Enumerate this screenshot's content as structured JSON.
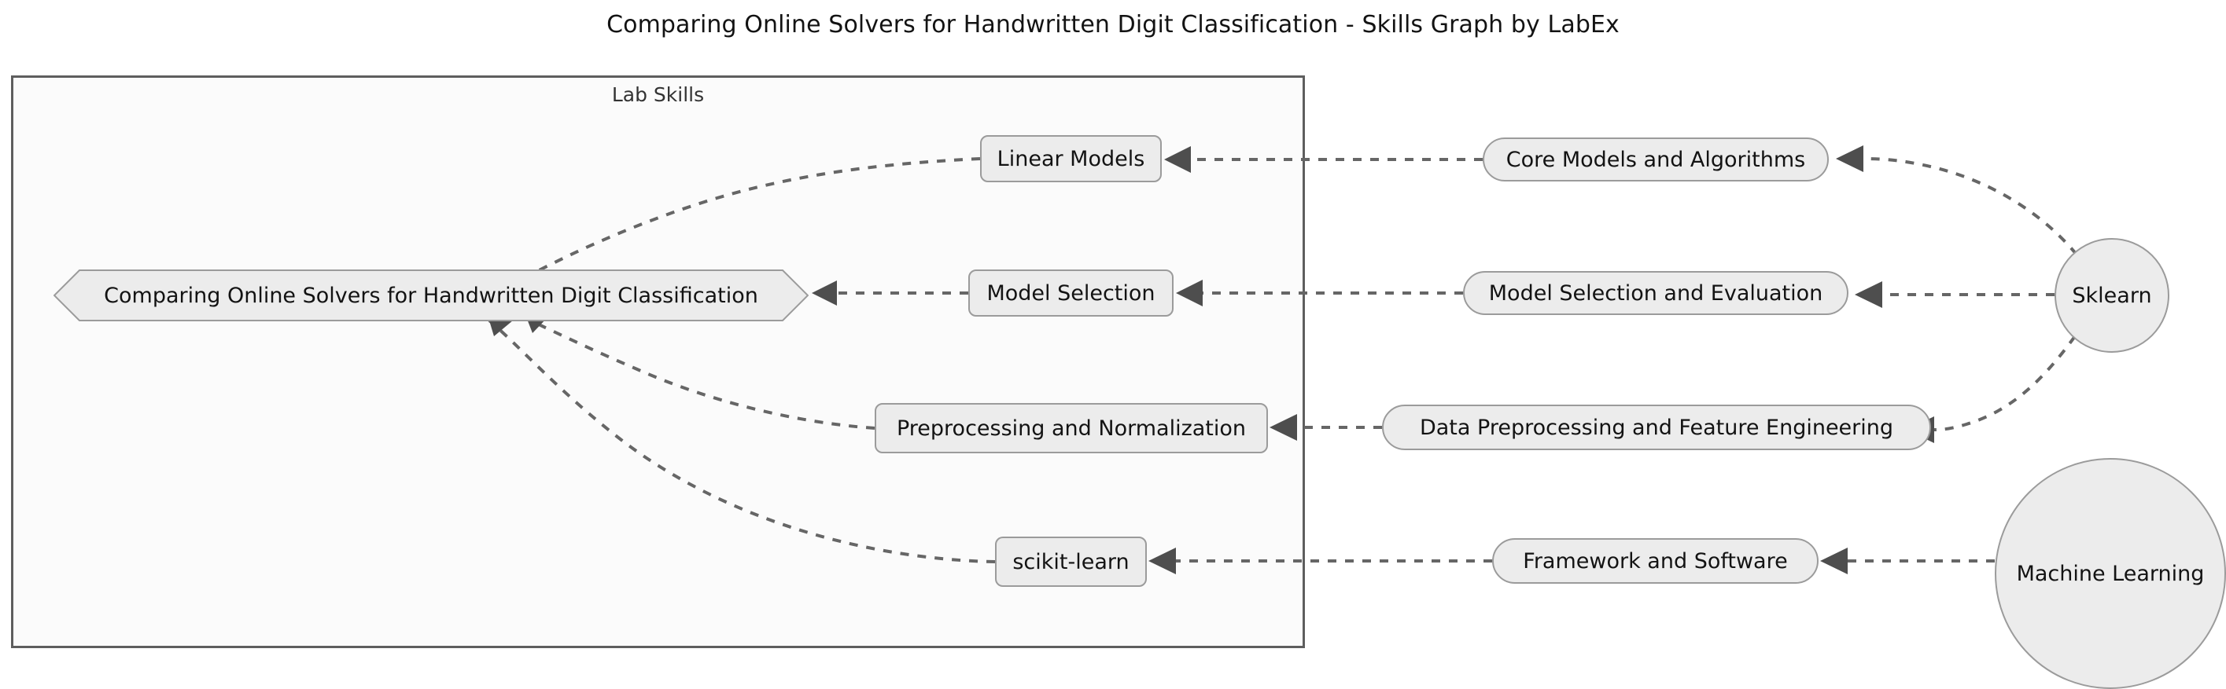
{
  "title": "Comparing Online Solvers for Handwritten Digit Classification - Skills Graph by LabEx",
  "cluster": {
    "label": "Lab Skills"
  },
  "nodes": {
    "root": {
      "label": "Comparing Online Solvers for Handwritten Digit Classification",
      "shape": "hexagon"
    },
    "linear_models": {
      "label": "Linear Models",
      "shape": "rounded-rect"
    },
    "model_selection": {
      "label": "Model Selection",
      "shape": "rounded-rect"
    },
    "preprocessing_normalization": {
      "label": "Preprocessing and Normalization",
      "shape": "rounded-rect"
    },
    "scikit_learn": {
      "label": "scikit-learn",
      "shape": "rounded-rect"
    },
    "core_models_algorithms": {
      "label": "Core Models and Algorithms",
      "shape": "stadium"
    },
    "model_selection_evaluation": {
      "label": "Model Selection and Evaluation",
      "shape": "stadium"
    },
    "data_preprocessing_feature_engineering": {
      "label": "Data Preprocessing and Feature Engineering",
      "shape": "stadium"
    },
    "framework_software": {
      "label": "Framework and Software",
      "shape": "stadium"
    },
    "sklearn": {
      "label": "Sklearn",
      "shape": "circle"
    },
    "machine_learning": {
      "label": "Machine Learning",
      "shape": "circle"
    }
  },
  "edges": [
    {
      "from": "linear_models",
      "to": "root",
      "style": "dotted"
    },
    {
      "from": "model_selection",
      "to": "root",
      "style": "dotted"
    },
    {
      "from": "preprocessing_normalization",
      "to": "root",
      "style": "dotted"
    },
    {
      "from": "scikit_learn",
      "to": "root",
      "style": "dotted"
    },
    {
      "from": "core_models_algorithms",
      "to": "linear_models",
      "style": "dotted"
    },
    {
      "from": "model_selection_evaluation",
      "to": "model_selection",
      "style": "dotted"
    },
    {
      "from": "data_preprocessing_feature_engineering",
      "to": "preprocessing_normalization",
      "style": "dotted"
    },
    {
      "from": "framework_software",
      "to": "scikit_learn",
      "style": "dotted"
    },
    {
      "from": "sklearn",
      "to": "core_models_algorithms",
      "style": "dotted"
    },
    {
      "from": "sklearn",
      "to": "model_selection_evaluation",
      "style": "dotted"
    },
    {
      "from": "sklearn",
      "to": "data_preprocessing_feature_engineering",
      "style": "dotted"
    },
    {
      "from": "machine_learning",
      "to": "framework_software",
      "style": "dotted"
    }
  ],
  "colors": {
    "node_fill": "#ECECEC",
    "node_stroke": "#9B9B9B",
    "edge_stroke": "#666666",
    "arrow_fill": "#4E4E4E",
    "cluster_fill": "#FBFBFB",
    "cluster_stroke": "#5E5E5E",
    "text": "#131313",
    "background": "#FFFFFF"
  }
}
